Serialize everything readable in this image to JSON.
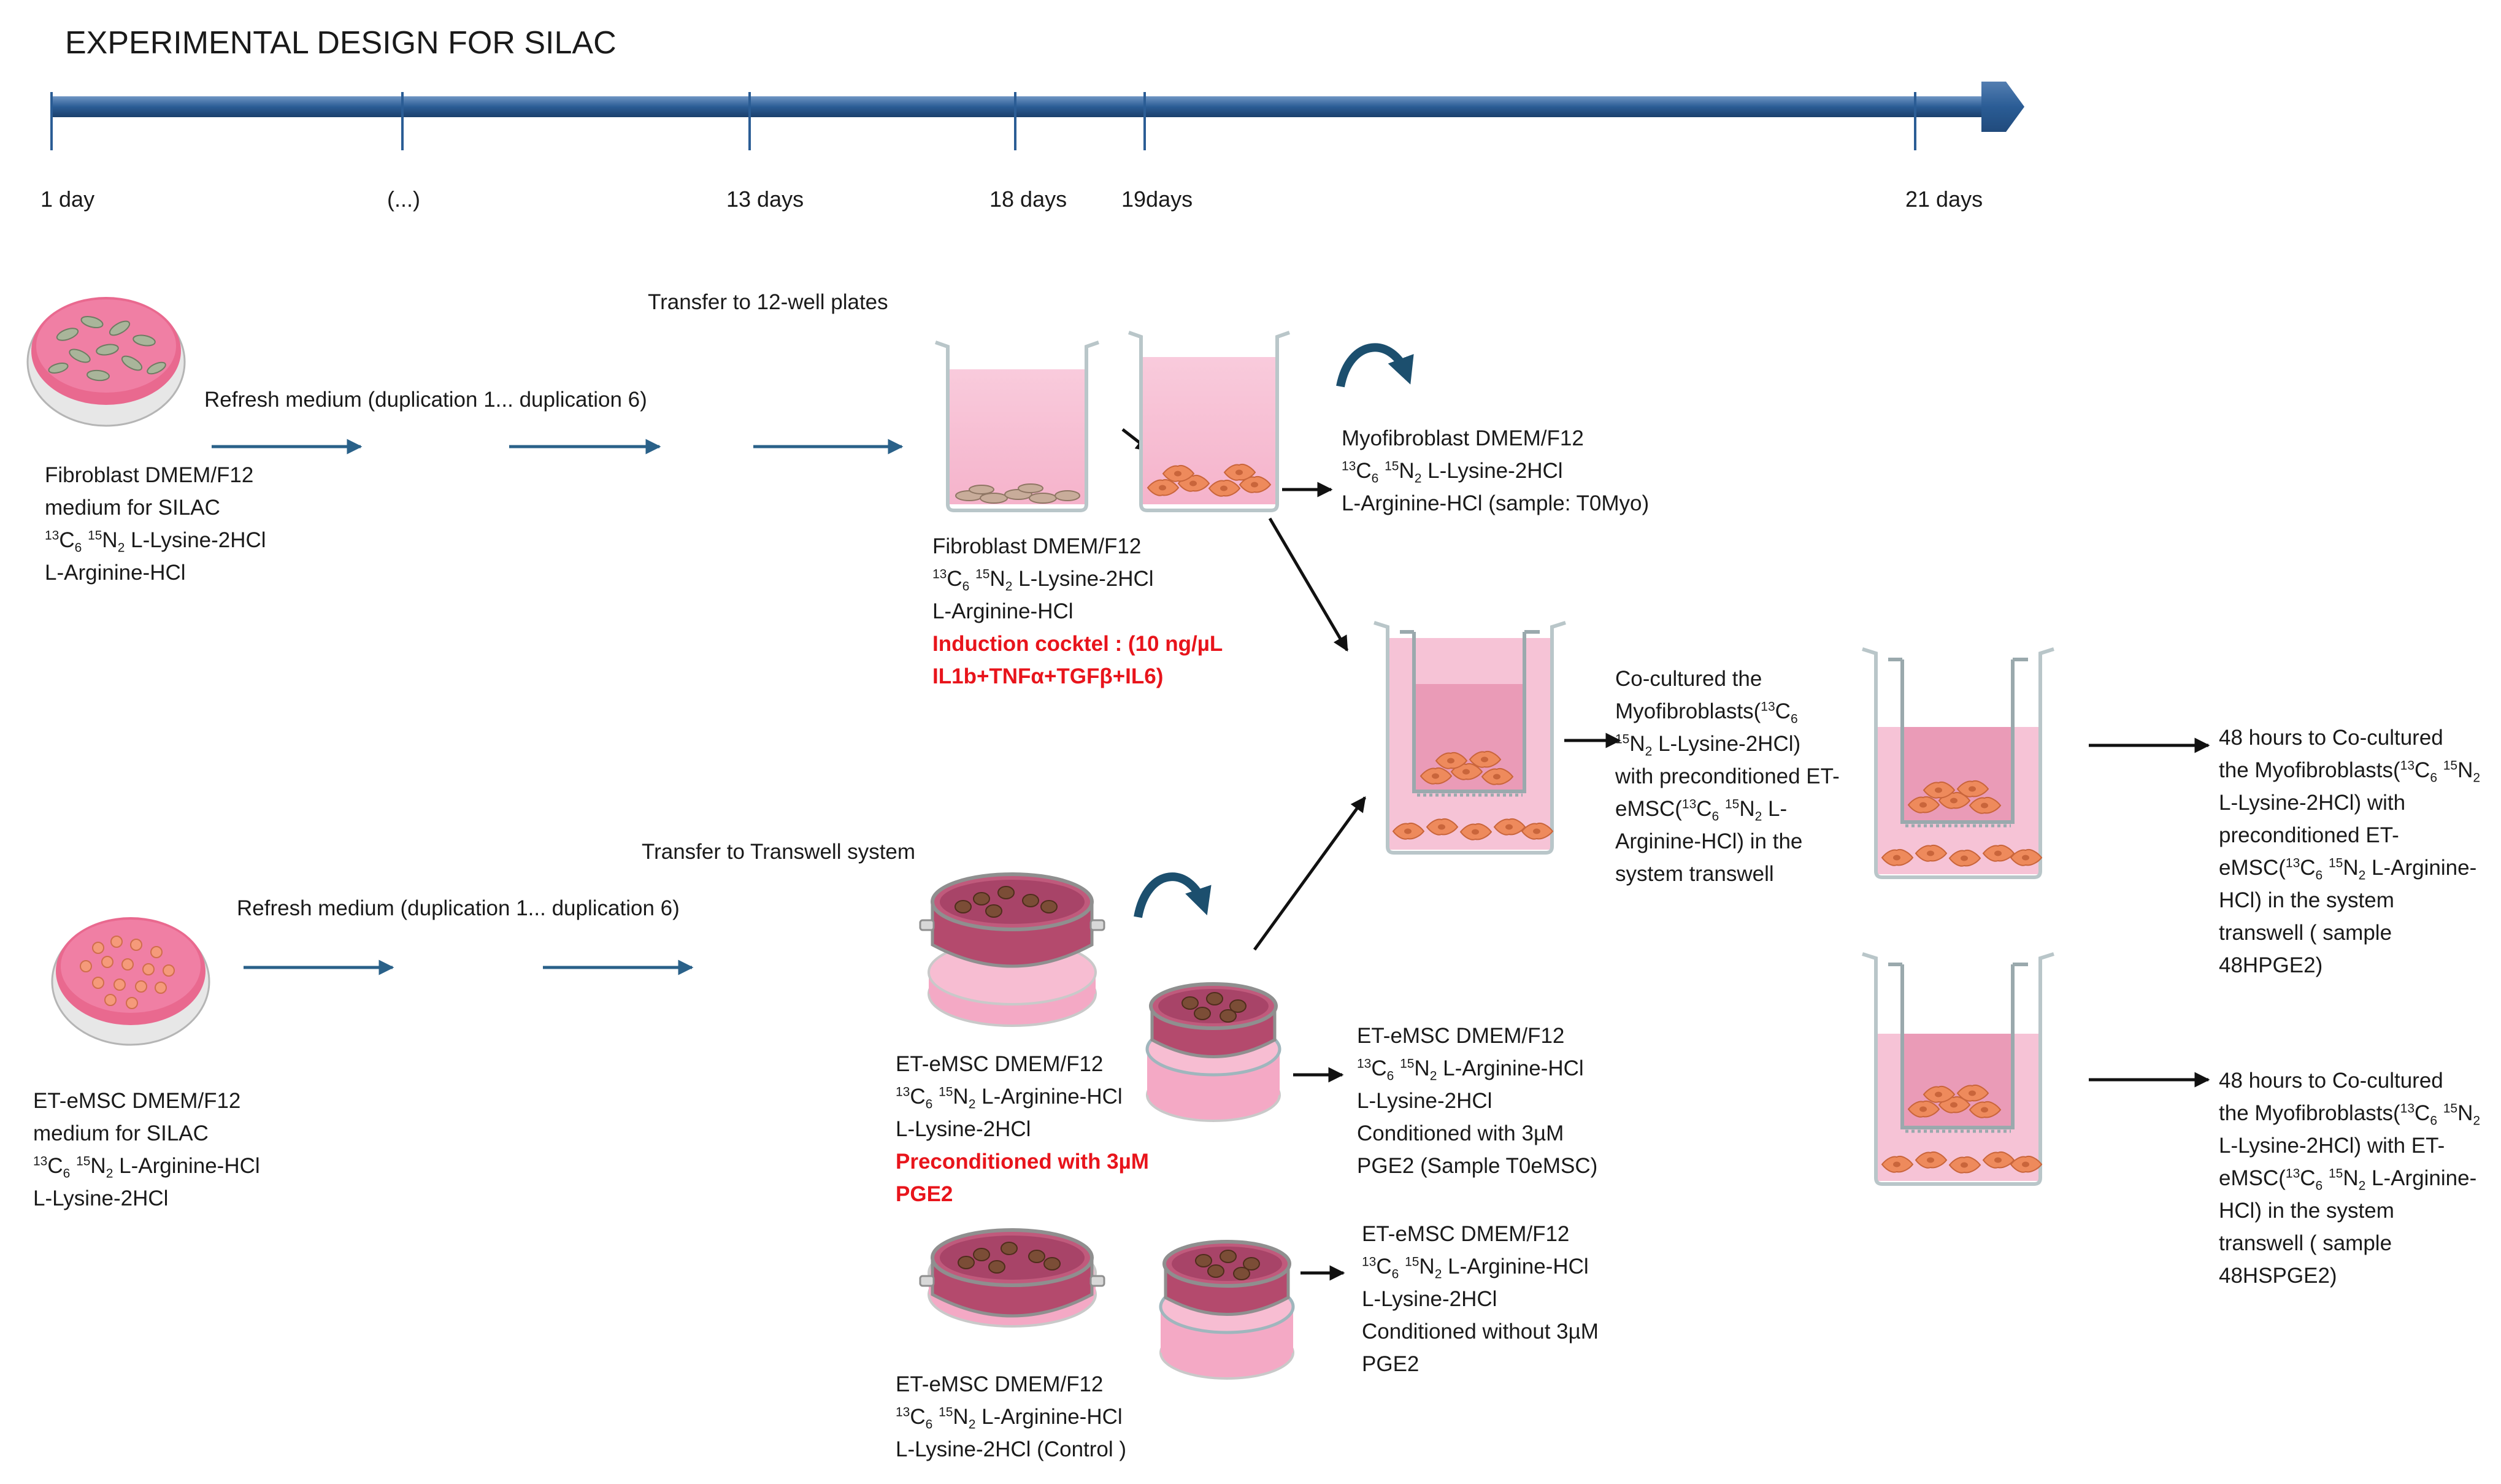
{
  "title": "EXPERIMENTAL DESIGN FOR SILAC",
  "timeline": {
    "ticks": [
      "1 day",
      "(...)",
      "13 days",
      "18 days",
      "19days",
      "21 days"
    ]
  },
  "fibroblast_row": {
    "transfer_label": "Transfer to 12-well plates",
    "refresh_label": "Refresh medium (duplication 1... duplication 6)",
    "start_medium": [
      "Fibroblast DMEM/F12",
      "medium for SILAC",
      "L-Lysine-2HCl",
      "L-Arginine-HCl"
    ],
    "induction_medium": [
      "Fibroblast DMEM/F12",
      "L-Lysine-2HCl",
      "L-Arginine-HCl"
    ],
    "induction_cocktail": [
      "Induction cocktel : (10 ng/µL",
      "IL1b+TNFα+TGFβ+IL6)"
    ],
    "myofibroblast_sample": [
      "Myofibroblast DMEM/F12",
      "L-Lysine-2HCl",
      "L-Arginine-HCl (sample: T0Myo)"
    ]
  },
  "emsc_row": {
    "transfer_label": "Transfer to Transwell system",
    "refresh_label": "Refresh medium (duplication 1... duplication 6)",
    "start_medium": [
      "ET-eMSC DMEM/F12",
      "medium  for SILAC",
      "L-Arginine-HCl",
      "L-Lysine-2HCl"
    ],
    "precond_medium": [
      "ET-eMSC DMEM/F12",
      "L-Arginine-HCl",
      "L-Lysine-2HCl"
    ],
    "precond_red": [
      "Preconditioned with 3µM",
      "PGE2"
    ],
    "control_medium": [
      "ET-eMSC DMEM/F12",
      "L-Arginine-HCl",
      "L-Lysine-2HCl (Control )"
    ],
    "conditioned_with": [
      "ET-eMSC DMEM/F12",
      "L-Arginine-HCl",
      "L-Lysine-2HCl",
      "Conditioned with 3µM",
      "PGE2 (Sample T0eMSC)"
    ],
    "conditioned_without": [
      "ET-eMSC DMEM/F12",
      "L-Arginine-HCl",
      "L-Lysine-2HCl",
      "Conditioned without 3µM",
      "PGE2"
    ]
  },
  "coculture": {
    "lines": [
      "Co-cultured the",
      "Myofibroblasts(",
      "L-Lysine-2HCl)",
      "with preconditioned ET-",
      "eMSC(",
      "Arginine-HCl) in the",
      "system transwell"
    ],
    "iso_tail": "L-"
  },
  "results": {
    "pge2": [
      "48 hours  to Co-cultured",
      "the Myofibroblasts(",
      "L-Lysine-2HCl) with",
      "preconditioned ET-",
      "eMSC(",
      "HCl) in the system",
      "transwell ( sample",
      "48HPGE2)"
    ],
    "spge2": [
      "48 hours  to Co-cultured",
      "the Myofibroblasts(",
      "L-Lysine-2HCl) with ET-",
      "eMSC(",
      "HCl) in the system",
      "transwell ( sample",
      "48HSPGE2)"
    ],
    "arg_tail": "L-Arginine-"
  },
  "isotope": {
    "c_mass": "13",
    "c": "C",
    "c_sub": "6",
    "n_mass": "15",
    "n": "N",
    "n_sub": "2"
  },
  "colors": {
    "timeline_arrow": "#2b5d95",
    "flow_arrow": "#2a6189",
    "curved_arrow": "#1c4f6e",
    "medium_pink": "#f4b8cf",
    "cell_orange": "#ee8a5c",
    "highlight_red": "#e8141b"
  }
}
